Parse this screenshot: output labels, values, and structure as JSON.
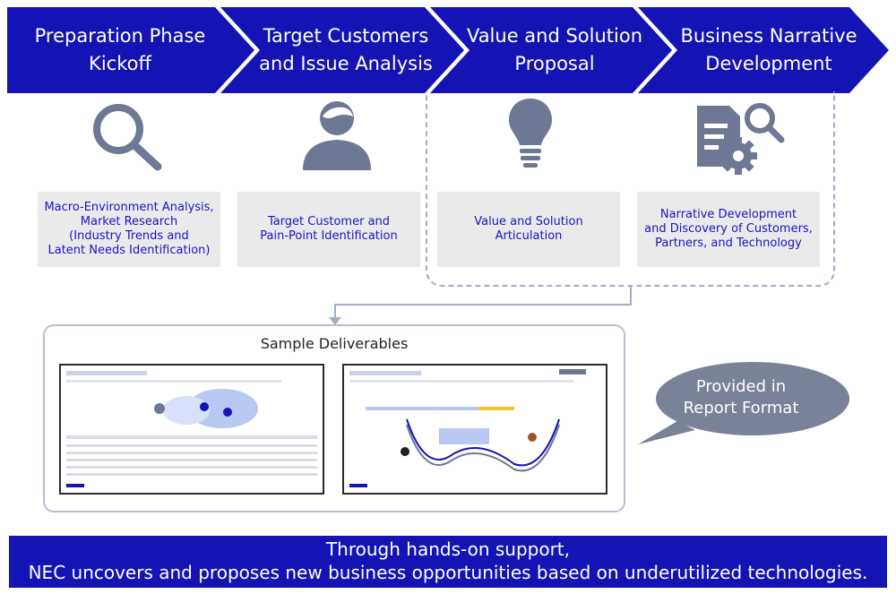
{
  "phases": [
    {
      "label": "Preparation Phase\nKickoff",
      "icon": "magnifier-icon",
      "description": "Macro-Environment Analysis,\nMarket Research\n(Industry Trends and\nLatent Needs Identification)"
    },
    {
      "label": "Target Customers\nand Issue Analysis",
      "icon": "person-icon",
      "description": "Target Customer and\nPain-Point Identification"
    },
    {
      "label": "Value and Solution\nProposal",
      "icon": "lightbulb-icon",
      "description": "Value and Solution Articulation"
    },
    {
      "label": "Business Narrative\nDevelopment",
      "icon": "document-gear-search-icon",
      "description": "Narrative Development\nand Discovery of Customers,\nPartners, and Technology"
    }
  ],
  "deliverables": {
    "title": "Sample Deliverables",
    "thumbnails": [
      "step-up-scenario-slide",
      "platform-concept-slide"
    ]
  },
  "callout": {
    "text": "Provided in\nReport Format"
  },
  "banner": {
    "text": "Through hands-on support,\nNEC uncovers and proposes new business opportunities based on underutilized technologies."
  },
  "colors": {
    "primary_blue": "#1414b4",
    "icon_gray": "#6e7793",
    "box_gray": "#eaeaea",
    "text_blue": "#1a14c8",
    "frame_gray": "#a2adc4"
  }
}
